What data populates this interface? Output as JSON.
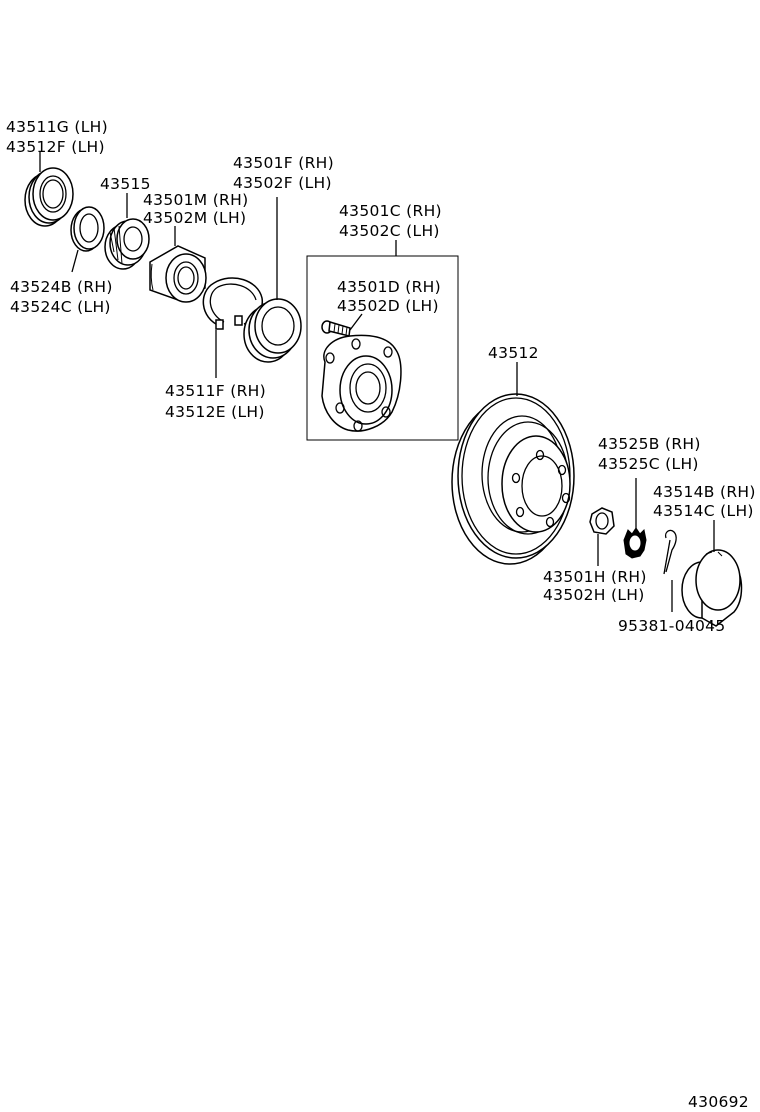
{
  "labels": {
    "p43511g": "43511G (LH)",
    "p43512f": "43512F (LH)",
    "p43515": "43515",
    "p43501m": "43501M (RH)",
    "p43502m": "43502M (LH)",
    "p43501f": "43501F (RH)",
    "p43502f": "43502F (LH)",
    "p43524b": "43524B (RH)",
    "p43524c": "43524C (LH)",
    "p43511f": "43511F (RH)",
    "p43512e": "43512E (LH)",
    "p43501c": "43501C (RH)",
    "p43502c": "43502C (LH)",
    "p43501d": "43501D (RH)",
    "p43502d": "43502D (LH)",
    "p43512": "43512",
    "p43525b": "43525B (RH)",
    "p43525c": "43525C (LH)",
    "p43514b": "43514B (RH)",
    "p43514c": "43514C (LH)",
    "p43501h": "43501H (RH)",
    "p43502h": "43502H (LH)",
    "p95381": "95381-04045"
  },
  "figure_number": "430692"
}
